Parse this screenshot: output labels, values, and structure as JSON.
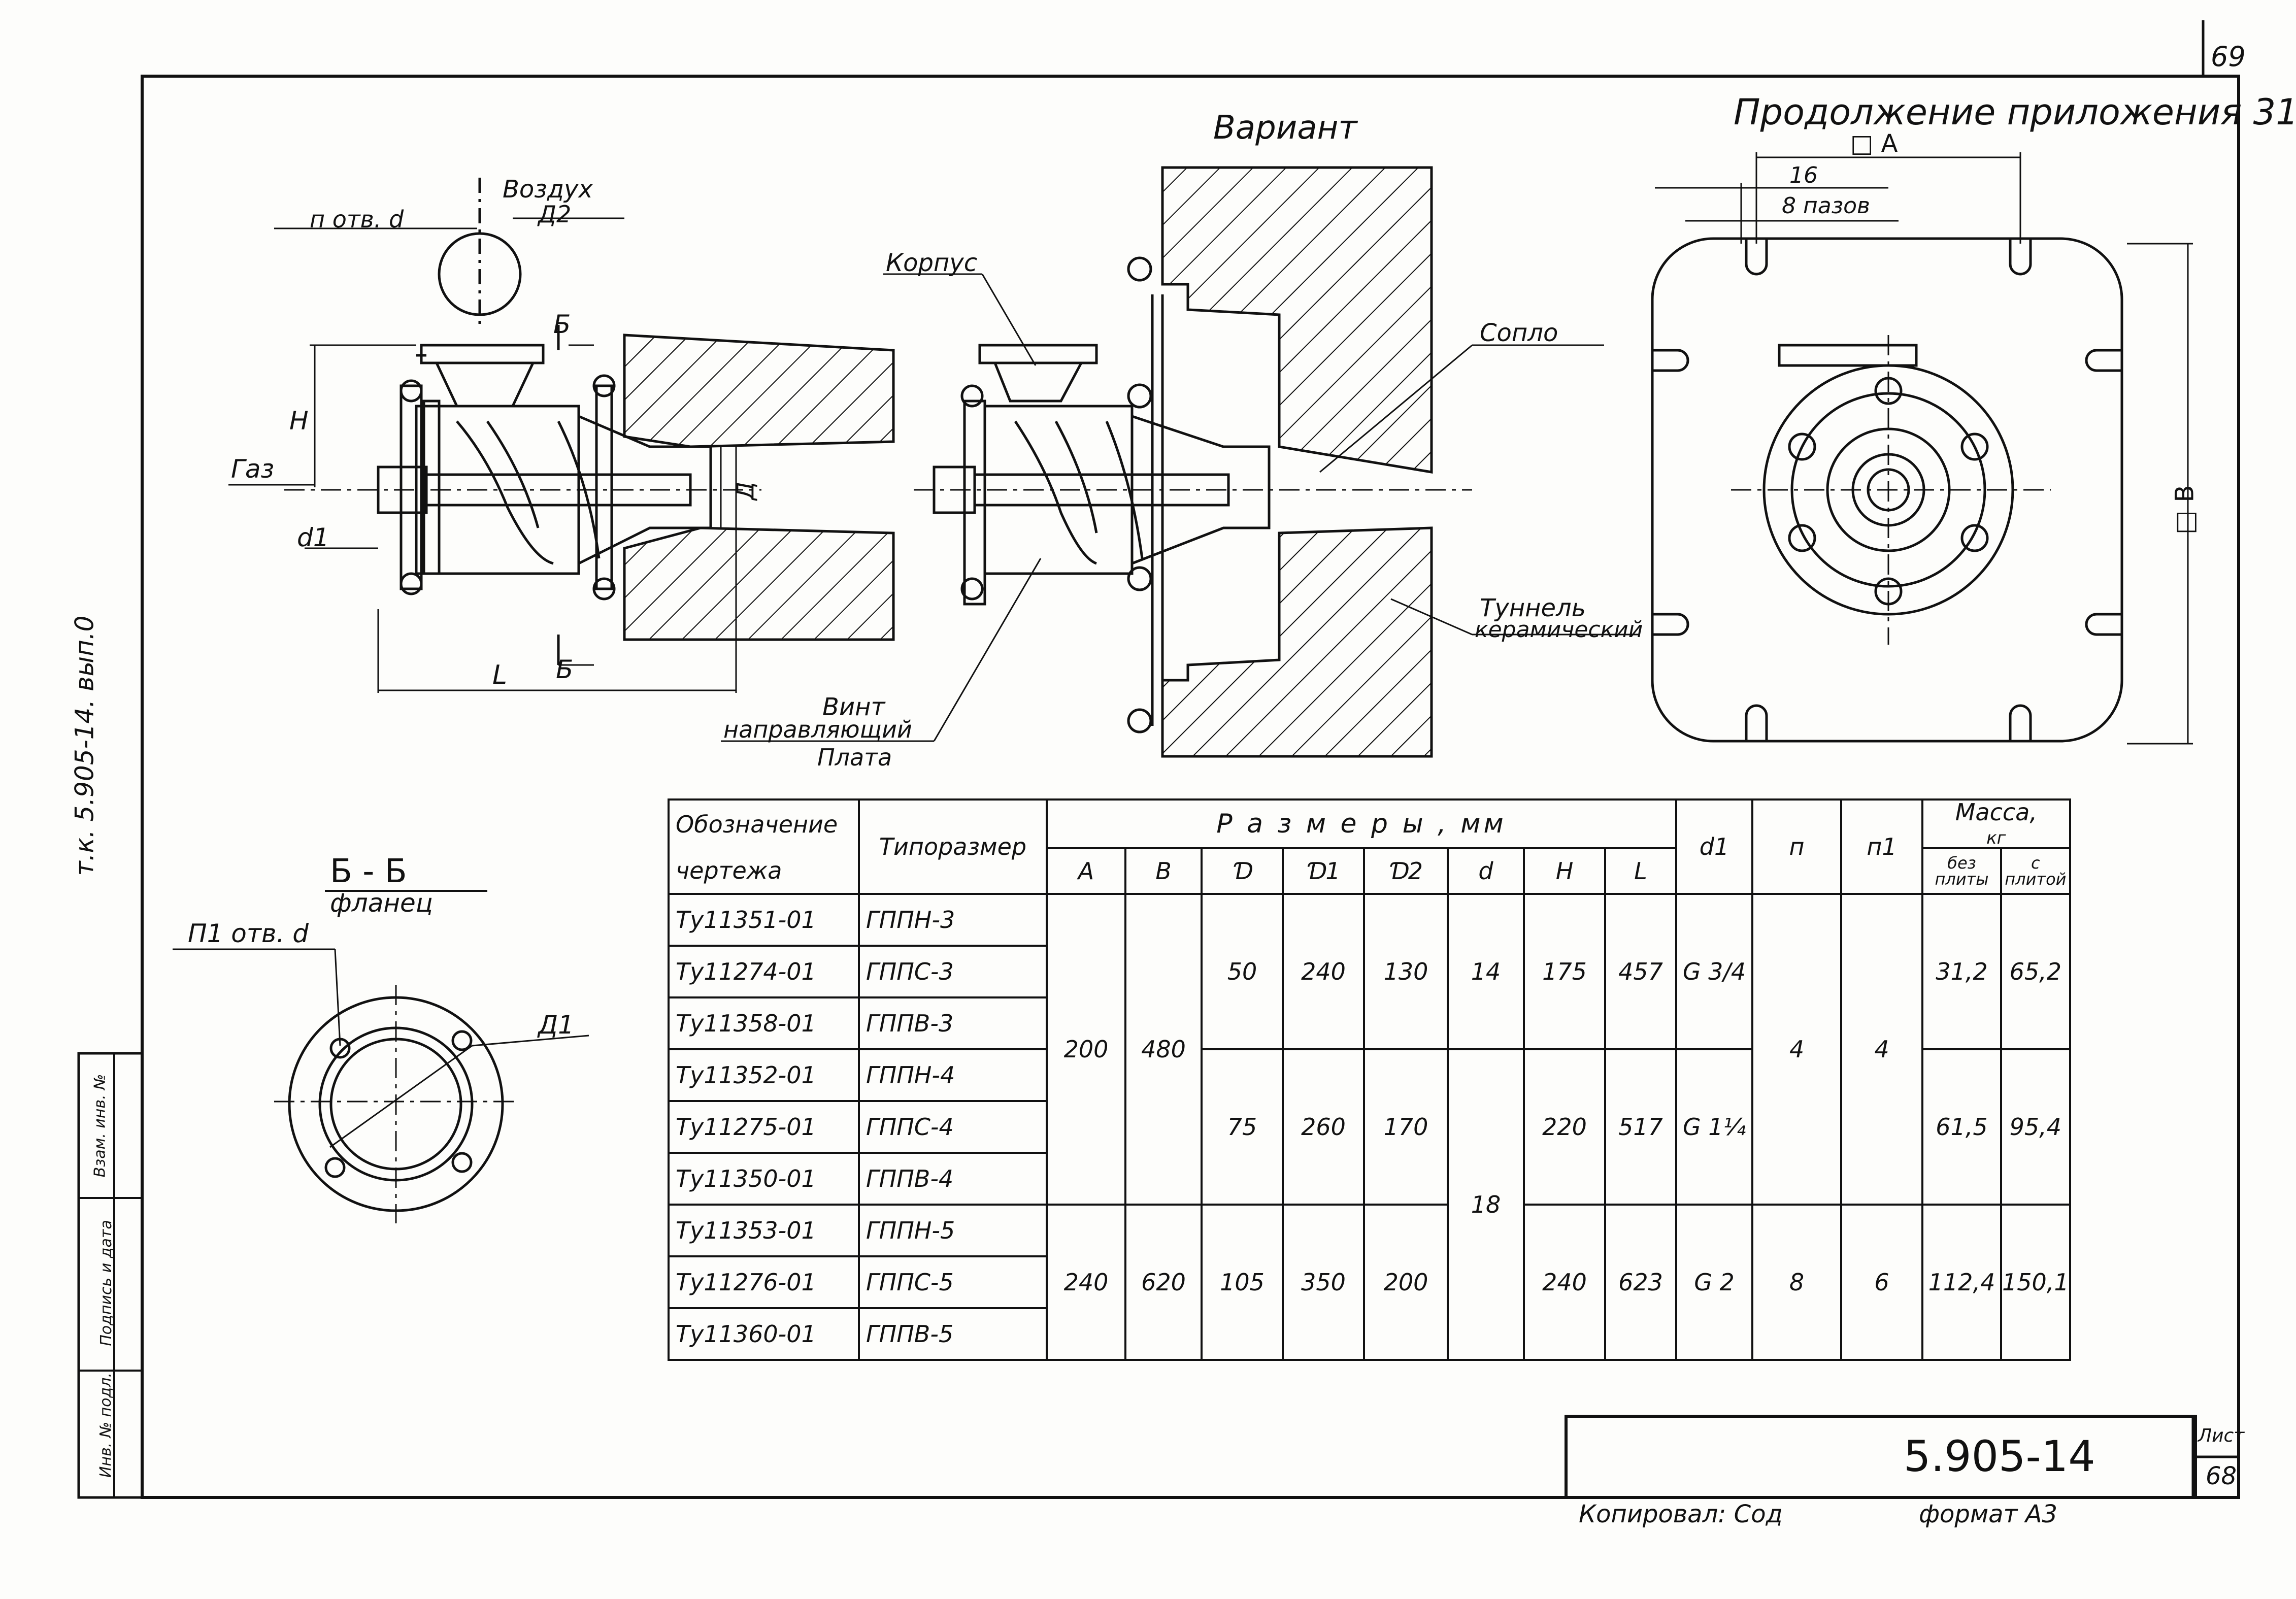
{
  "sheet": {
    "page_number": "69",
    "continuation_title": "Продолжение приложения 31",
    "side_code": "т.к. 5.905-14. вып.0",
    "document_code": "5.905-14",
    "sheet_label": "Лист",
    "sheet_number": "68",
    "copied_by": "Копировал: Сод",
    "format": "формат А3",
    "side_stamp": [
      "Инв. № подл.",
      "Подпись и дата",
      "Взам. инв. №"
    ]
  },
  "views": {
    "main": {
      "labels": {
        "air": "Воздух",
        "d2": "Д2",
        "holes": "п отв. d",
        "section_mark": "Б",
        "H": "Н",
        "gas": "Газ",
        "d1": "d1",
        "D": "Д",
        "L": "L",
        "section_mark_bottom": "Б"
      }
    },
    "variant": {
      "title": "Вариант",
      "labels": {
        "body": "Корпус",
        "nozzle": "Сопло",
        "tunnel_line1": "Туннель",
        "tunnel_line2": "керамический",
        "screw_line1": "Винт",
        "screw_line2": "направляющий",
        "plate": "Плата"
      }
    },
    "plan": {
      "labels": {
        "A": "□ А",
        "slot_width": "16",
        "slots": "8 пазов",
        "B": "□ В"
      }
    },
    "section": {
      "title": "Б - Б",
      "subtitle": "фланец",
      "holes": "П1 отв. d",
      "D1": "Д1"
    }
  },
  "table": {
    "headers": {
      "designation_line1": "Обозначение",
      "designation_line2": "чертежа",
      "type_size": "Типоразмер",
      "dimensions": "Р а з м е р ы ,      мм",
      "A": "А",
      "B": "В",
      "D": "Ɗ",
      "D1": "Ɗ1",
      "D2": "Ɗ2",
      "d": "d",
      "H": "Н",
      "L": "L",
      "d1": "d1",
      "n": "п",
      "n1": "п1",
      "mass": "Масса,",
      "mass_unit": "кг",
      "without_plate_line1": "без",
      "without_plate_line2": "плиты",
      "with_plate_line1": "с",
      "with_plate_line2": "плитой"
    },
    "rows": [
      {
        "designation": "Ту11351-01",
        "type": "ГППН-3"
      },
      {
        "designation": "Ту11274-01",
        "type": "ГППС-3"
      },
      {
        "designation": "Ту11358-01",
        "type": "ГППВ-3"
      },
      {
        "designation": "Ту11352-01",
        "type": "ГППН-4"
      },
      {
        "designation": "Ту11275-01",
        "type": "ГППС-4"
      },
      {
        "designation": "Ту11350-01",
        "type": "ГППВ-4"
      },
      {
        "designation": "Ту11353-01",
        "type": "ГППН-5"
      },
      {
        "designation": "Ту11276-01",
        "type": "ГППС-5"
      },
      {
        "designation": "Ту11360-01",
        "type": "ГППВ-5"
      }
    ],
    "groups": {
      "A_34": "200",
      "B_34": "480",
      "g3": {
        "D": "50",
        "D1": "240",
        "D2": "130",
        "H": "175",
        "L": "457",
        "d1": "G 3/4",
        "mass_without": "31,2",
        "mass_with": "65,2"
      },
      "g4": {
        "D": "75",
        "D1": "260",
        "D2": "170",
        "H": "220",
        "L": "517",
        "d1": "G 1¼",
        "mass_without": "61,5",
        "mass_with": "95,4"
      },
      "g5": {
        "A": "240",
        "B": "620",
        "D": "105",
        "D1": "350",
        "D2": "200",
        "H": "240",
        "L": "623",
        "d1": "G 2",
        "n": "8",
        "n1": "6",
        "mass_without": "112,4",
        "mass_with": "150,1"
      },
      "d3": "14",
      "d45": "18",
      "n34": "4",
      "n1_34": "4"
    }
  }
}
